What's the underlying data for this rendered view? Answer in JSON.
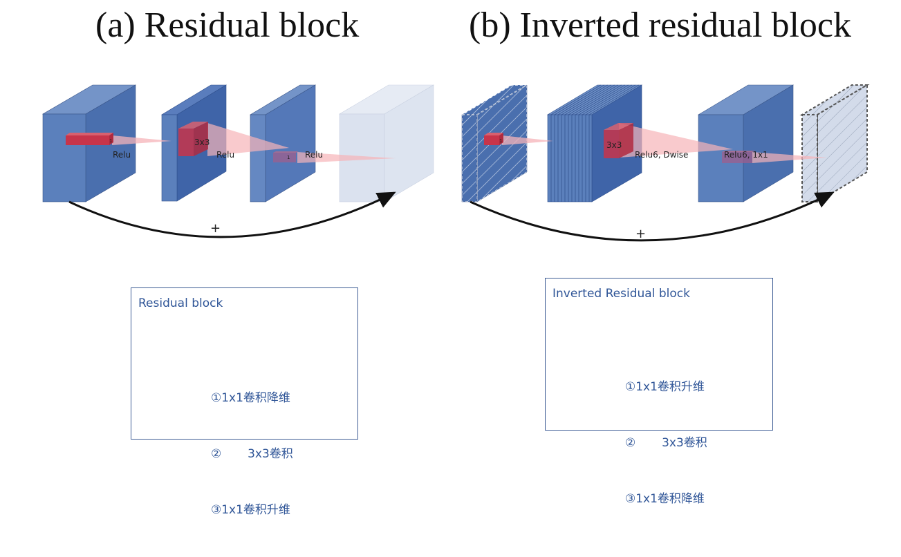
{
  "titles": {
    "a": "(a) Residual block",
    "b": "(b) Inverted residual block"
  },
  "panel_a": {
    "kernel1": "1",
    "kernel2": "3x3",
    "kernel3": "1",
    "act1": "Relu",
    "act2": "Relu",
    "act3": "Relu",
    "plus": "+"
  },
  "panel_b": {
    "kernel1": "1",
    "kernel2": "3x3",
    "act1": "Relu6, Dwise",
    "act2": "Relu6, 1x1",
    "plus": "+"
  },
  "box_a": {
    "title": "Residual block",
    "steps": [
      "①1x1卷积降维",
      "②       3x3卷积",
      "③1x1卷积升维"
    ]
  },
  "box_b": {
    "title": "Inverted Residual block",
    "steps": [
      "①1x1卷积升维",
      "②       3x3卷积",
      "③1x1卷积降维"
    ]
  },
  "colors": {
    "block_front": "#5b80bc",
    "block_side": "#4a6fae",
    "block_top": "#7494c8",
    "block_dark": "#3f64a8",
    "block_light": "#dbe2ef",
    "kernel_red": "#c7344a",
    "beam_pink": "#f6b3b8",
    "box_border": "#3b5a93",
    "box_text": "#2f5597"
  }
}
